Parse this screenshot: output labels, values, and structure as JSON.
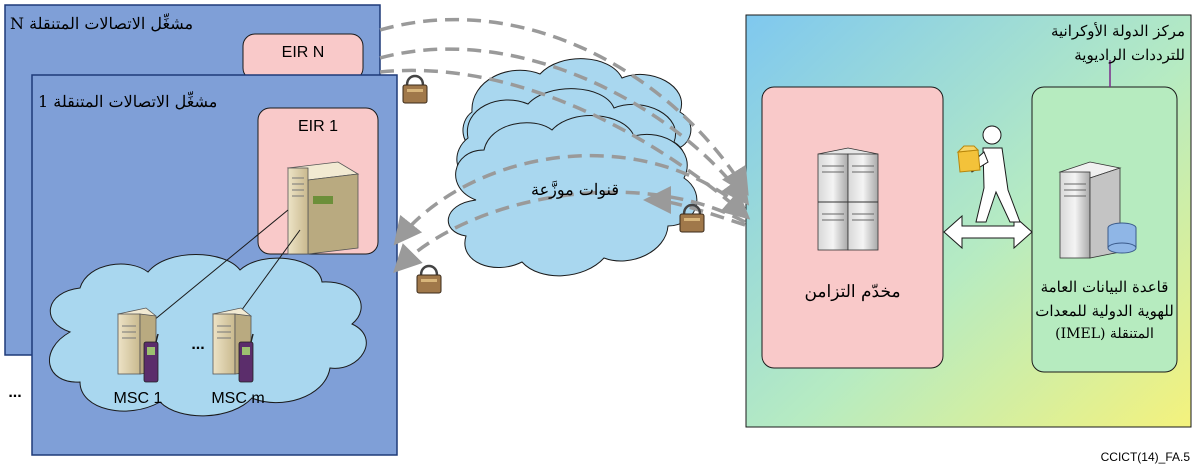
{
  "operator_n": {
    "title": "مشغِّل الاتصالات المتنقلة N",
    "eir": "EIR N"
  },
  "operator_1": {
    "title": "مشغِّل الاتصالات المتنقلة 1",
    "eir": "EIR 1",
    "msc_first": "MSC 1",
    "msc_last": "MSC m",
    "ellipsis": "..."
  },
  "stack_ellipsis": "...",
  "cloud_label": "قنوات موزَّعة",
  "center": {
    "title_line1": "مركز الدولة الأوكرانية",
    "title_line2": "للترددات الراديوية"
  },
  "sync_server_label": "مخدّم التزامن",
  "database": {
    "line1": "قاعدة البيانات العامة",
    "line2": "للهوية الدولية للمعدات",
    "line3": "المتنقلة (IMEL)"
  },
  "figure_id": "CCICT(14)_FA.5",
  "colors": {
    "operator_fill": "#7f9fd7",
    "eir_fill": "#f9c9c9",
    "cloud_fill": "#a9d7ef",
    "arrow": "#9a9a9a"
  }
}
